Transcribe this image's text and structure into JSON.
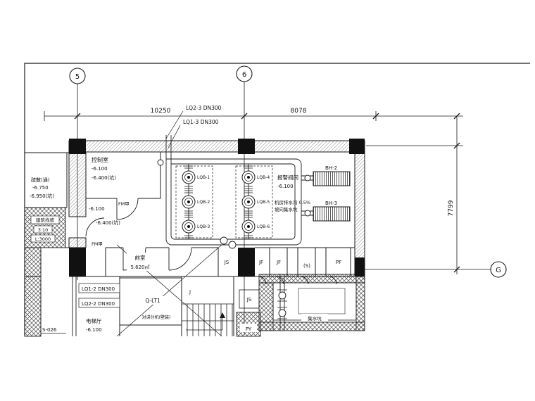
{
  "grid": {
    "axis_5": "5",
    "axis_6": "6",
    "axis_g": "G"
  },
  "dims": {
    "span_a": "10250",
    "span_b": "8078",
    "height": "7799"
  },
  "pipes": {
    "lq2_3": "LQ2-3 DN300",
    "lq1_3": "LQ1-3 DN300",
    "lq1_2": "LQ1-2 DN300",
    "lq2_2": "LQ2-2 DN300"
  },
  "rooms": {
    "control": {
      "name": "控制室",
      "level": "-6.100",
      "pit": "-6.400(坑)"
    },
    "corridor": {
      "level": "-6.100",
      "pit": "-6.400(坑)"
    },
    "evac": {
      "name": "疏散(通)",
      "level": "-6.750",
      "pit": "-6.950(坑)"
    },
    "slope": {
      "l1": "建筑找坡",
      "l2": "3:10",
      "l3": "L:3000"
    },
    "alarm": {
      "name": "报警阀间",
      "level": "-6.100"
    },
    "note": {
      "l1": "机房排水沟 0.5%",
      "l2": "坡向集水坑"
    },
    "front": {
      "name": "前室",
      "area": "5.620㎡"
    },
    "hall": {
      "name": "电梯厅",
      "level": "-6.100"
    },
    "elevator": {
      "name": "Q-LT1",
      "note": "对讲分机(壁装)"
    },
    "sump": {
      "name": "集水坑"
    }
  },
  "shafts": {
    "s1": "JS",
    "s2": "JF",
    "s3": "JF",
    "s4": "(S)",
    "s5": "PF",
    "s6": "J",
    "s7": "JS",
    "s8": "PY"
  },
  "doors": {
    "fm_a": "FM甲",
    "fm_b": "FM甲"
  },
  "pumps": {
    "left": [
      "LQB-1",
      "LQB-2",
      "LQB-3"
    ],
    "right": [
      "LQB-4",
      "LQB-5",
      "LQB-6"
    ]
  },
  "equipment": {
    "bh2": "BH-2",
    "bh3": "BH-3"
  },
  "misc": {
    "detail": "S-026"
  }
}
